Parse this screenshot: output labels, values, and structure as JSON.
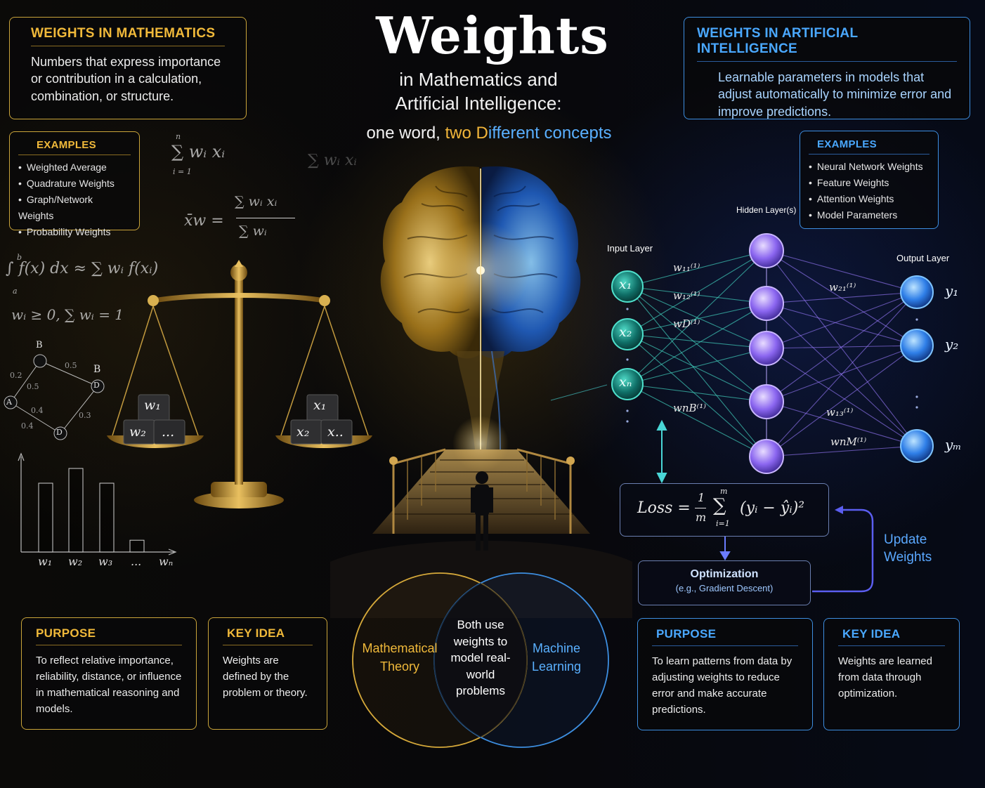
{
  "title": {
    "main": "Weights",
    "line1": "in Mathematics and",
    "line2": "Artificial Intelligence:",
    "tag_a": "one word, ",
    "tag_b": "two D",
    "tag_c": "ifferent concepts"
  },
  "math_panel": {
    "heading": "WEIGHTS IN MATHEMATICS",
    "body": "Numbers that express importance or contribution in a calculation, combination, or structure.",
    "examples_heading": "EXAMPLES",
    "examples": [
      "Weighted Average",
      "Quadrature Weights",
      "Graph/Network Weights",
      "Probability Weights"
    ],
    "purpose_heading": "PURPOSE",
    "purpose_body": "To reflect relative importance, reliability, distance, or influence in mathematical reasoning and models.",
    "key_heading": "KEY IDEA",
    "key_body": "Weights are defined by the problem or theory."
  },
  "ai_panel": {
    "heading": "WEIGHTS IN ARTIFICIAL INTELLIGENCE",
    "body": "Learnable parameters in models that adjust automatically to minimize error and improve predictions.",
    "examples_heading": "EXAMPLES",
    "examples": [
      "Neural Network Weights",
      "Feature Weights",
      "Attention Weights",
      "Model Parameters"
    ],
    "purpose_heading": "PURPOSE",
    "purpose_body": "To learn patterns from data by adjusting weights to reduce error and make accurate predictions.",
    "key_heading": "KEY IDEA",
    "key_body": "Weights are learned from data through optimization."
  },
  "formulas": {
    "sum1": "∑ wᵢ xᵢ",
    "weighted_avg_lhs": "x̄w =",
    "weighted_avg_num": "∑ wᵢ xᵢ",
    "weighted_avg_den": "∑ wᵢ",
    "quadrature": "∫ f(x) dx ≈ ∑ wᵢ f(xᵢ)",
    "constraint": "wᵢ ≥ 0,  ∑ wᵢ = 1",
    "sum_top": "n",
    "sum_bottom": "i = 1",
    "quad_lower": "a",
    "quad_upper": "b"
  },
  "graph": {
    "nodes": [
      "B",
      "B",
      "A",
      "D",
      "D"
    ],
    "edge_weights": [
      "0.2",
      "0.5",
      "0.5",
      "0.4",
      "0.3",
      "0.4"
    ]
  },
  "scale": {
    "left_blocks": [
      "w₁",
      "w₂",
      "..."
    ],
    "right_blocks": [
      "x₁",
      "x₂",
      "x.."
    ]
  },
  "bar_chart": {
    "values": [
      0.7,
      0.85,
      0.7,
      0.12
    ],
    "x_labels": [
      "w₁",
      "w₂",
      "w₃",
      "...",
      "wₙ"
    ]
  },
  "network": {
    "input_label": "Input Layer",
    "hidden_label": "Hidden Layer(s)",
    "output_label": "Output Layer",
    "inputs": [
      "x₁",
      "x₂",
      "xₙ"
    ],
    "outputs": [
      "y₁",
      "y₂",
      "yₘ"
    ],
    "weight_labels_in": [
      "w₁₁⁽¹⁾",
      "w₁₂⁽¹⁾",
      "wD⁽¹⁾",
      "wnB⁽¹⁾"
    ],
    "weight_labels_out": [
      "w₂₁⁽¹⁾",
      "w₁₃⁽¹⁾",
      "wnM⁽¹⁾"
    ]
  },
  "loss": {
    "lhs": "Loss =",
    "frac_num": "1",
    "frac_den": "m",
    "sum_top": "m",
    "sum_bottom": "i=1",
    "rhs": "(yᵢ − ŷᵢ)²"
  },
  "optimization": {
    "title": "Optimization",
    "sub": "(e.g., Gradient Descent)",
    "update_1": "Update",
    "update_2": "Weights"
  },
  "venn": {
    "left": "Mathematical Theory",
    "right": "Machine Learning",
    "center": "Both use weights to model real-world problems"
  },
  "colors": {
    "gold": "#f0b93a",
    "blue": "#4aa8ff",
    "teal": "#3fc9b8",
    "violet": "#9a7bff"
  }
}
